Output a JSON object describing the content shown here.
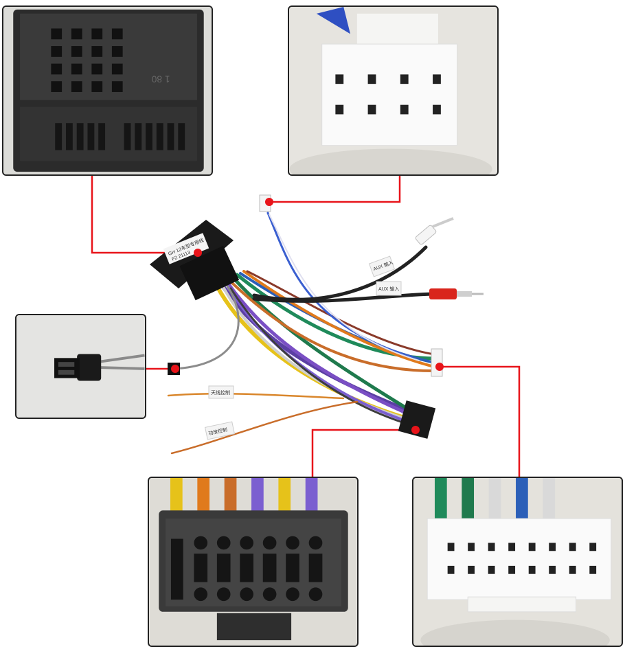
{
  "accent_color": "#e8141a",
  "labels": {
    "main_connector_line1": "GH 12车型专用线",
    "main_connector_line2": "F2 21113",
    "rca_white_tag": "AUX 输入",
    "rca_red_tag": "AUX 输入",
    "antenna_tag": "天线控制",
    "amp_tag": "功放控制",
    "quadlock_marking": "1 80"
  },
  "components": [
    {
      "name": "Quadlock head-unit connector",
      "icon": "quadlock-connector-photo"
    },
    {
      "name": "White 8-pin connector",
      "icon": "white-8pin-connector-photo"
    },
    {
      "name": "Black 2-pin connector",
      "icon": "black-2pin-connector-photo"
    },
    {
      "name": "Black 16-pin ISO connector",
      "icon": "black-16pin-connector-photo"
    },
    {
      "name": "White 16-pin connector",
      "icon": "white-16pin-connector-photo"
    }
  ]
}
